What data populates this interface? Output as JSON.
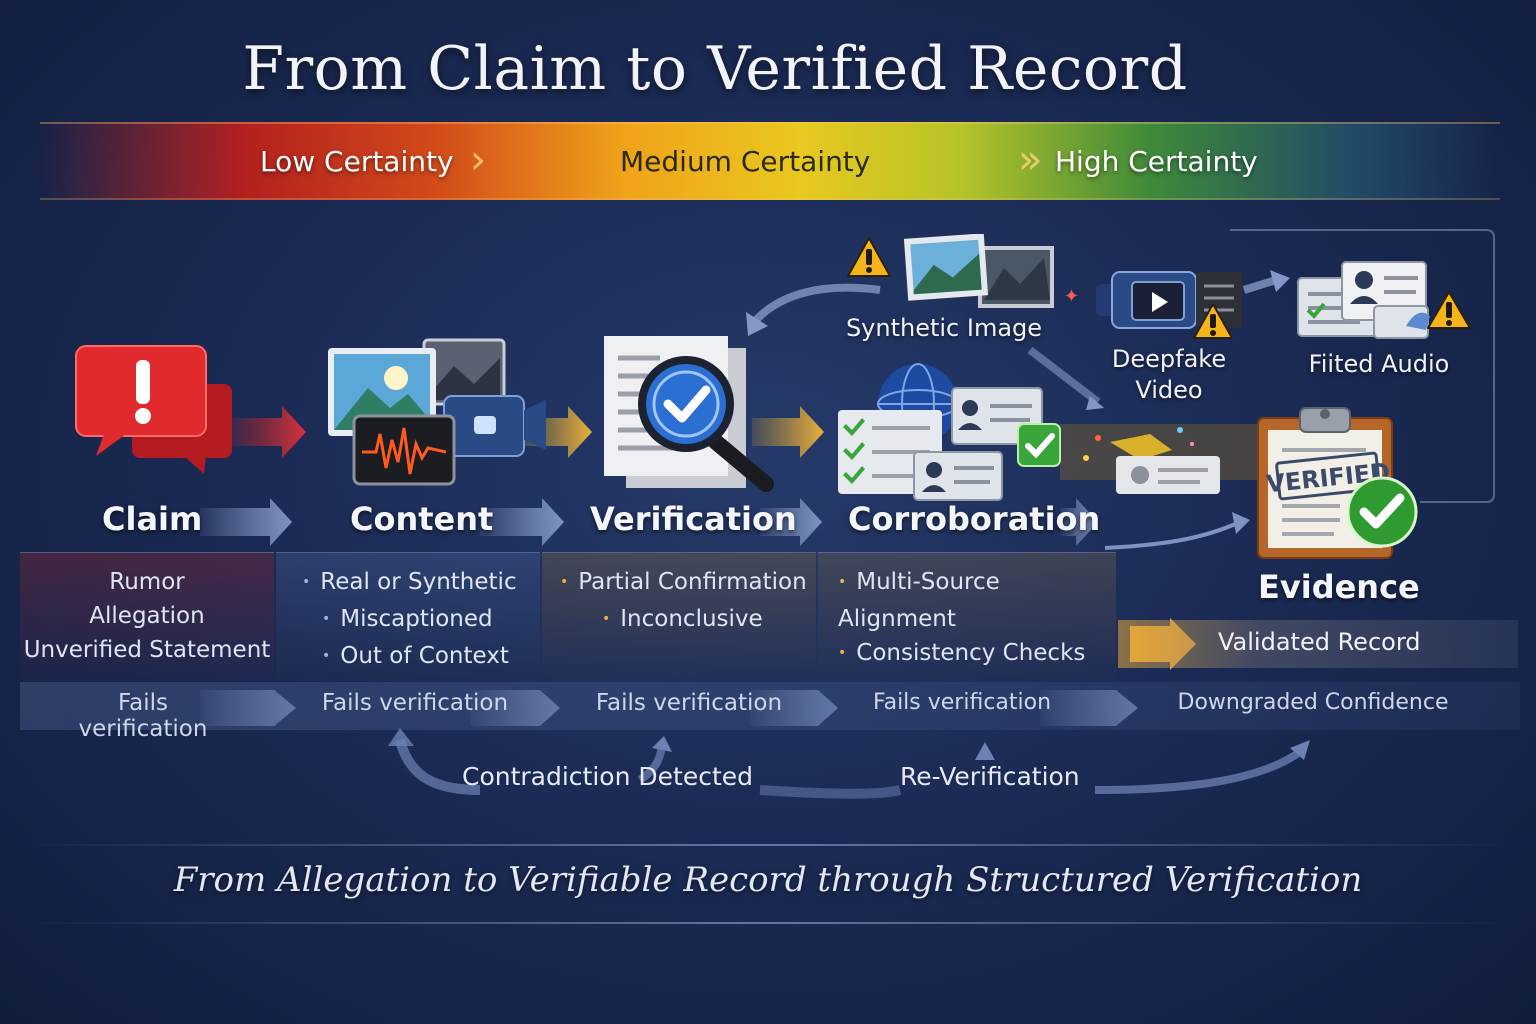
{
  "title": "From Claim to Verified Record",
  "certainty": {
    "low": "Low Certainty",
    "medium": "Medium Certainty",
    "high": "High Certainty"
  },
  "stages": {
    "claim": "Claim",
    "content": "Content",
    "verification": "Verification",
    "corroboration": "Corroboration",
    "evidence": "Evidence"
  },
  "media": {
    "synthetic_image": "Synthetic Image",
    "deepfake_video_1": "Deepfake",
    "deepfake_video_2": "Video",
    "edited_audio": "Fiited Audio"
  },
  "details": {
    "claim": [
      "Rumor",
      "Allegation",
      "Unverified Statement"
    ],
    "content": [
      "Real or Synthetic",
      "Miscaptioned",
      "Out of Context"
    ],
    "verification": [
      "Partial Confirmation",
      "Inconclusive"
    ],
    "corroboration": [
      "Multi-Source Alignment",
      "Consistency Checks"
    ]
  },
  "evidence_stamp": "VERIFIED",
  "validated_record": "Validated Record",
  "outcomes": {
    "claim_1": "Fails",
    "claim_2": "verification",
    "content": "Fails verification",
    "verification": "Fails verification",
    "corroboration": "Fails verification",
    "evidence": "Downgraded Confidence"
  },
  "loops": {
    "contradiction": "Contradiction Detected",
    "reverification": "Re-Verification"
  },
  "subtitle": "From Allegation to Verifiable Record through Structured Verification",
  "colors": {
    "background": "#1b2b55",
    "alert_red": "#d8262a",
    "check_green": "#3aa53a",
    "accent_gold": "#f0b040",
    "magnifier_blue": "#2a6fd1"
  }
}
